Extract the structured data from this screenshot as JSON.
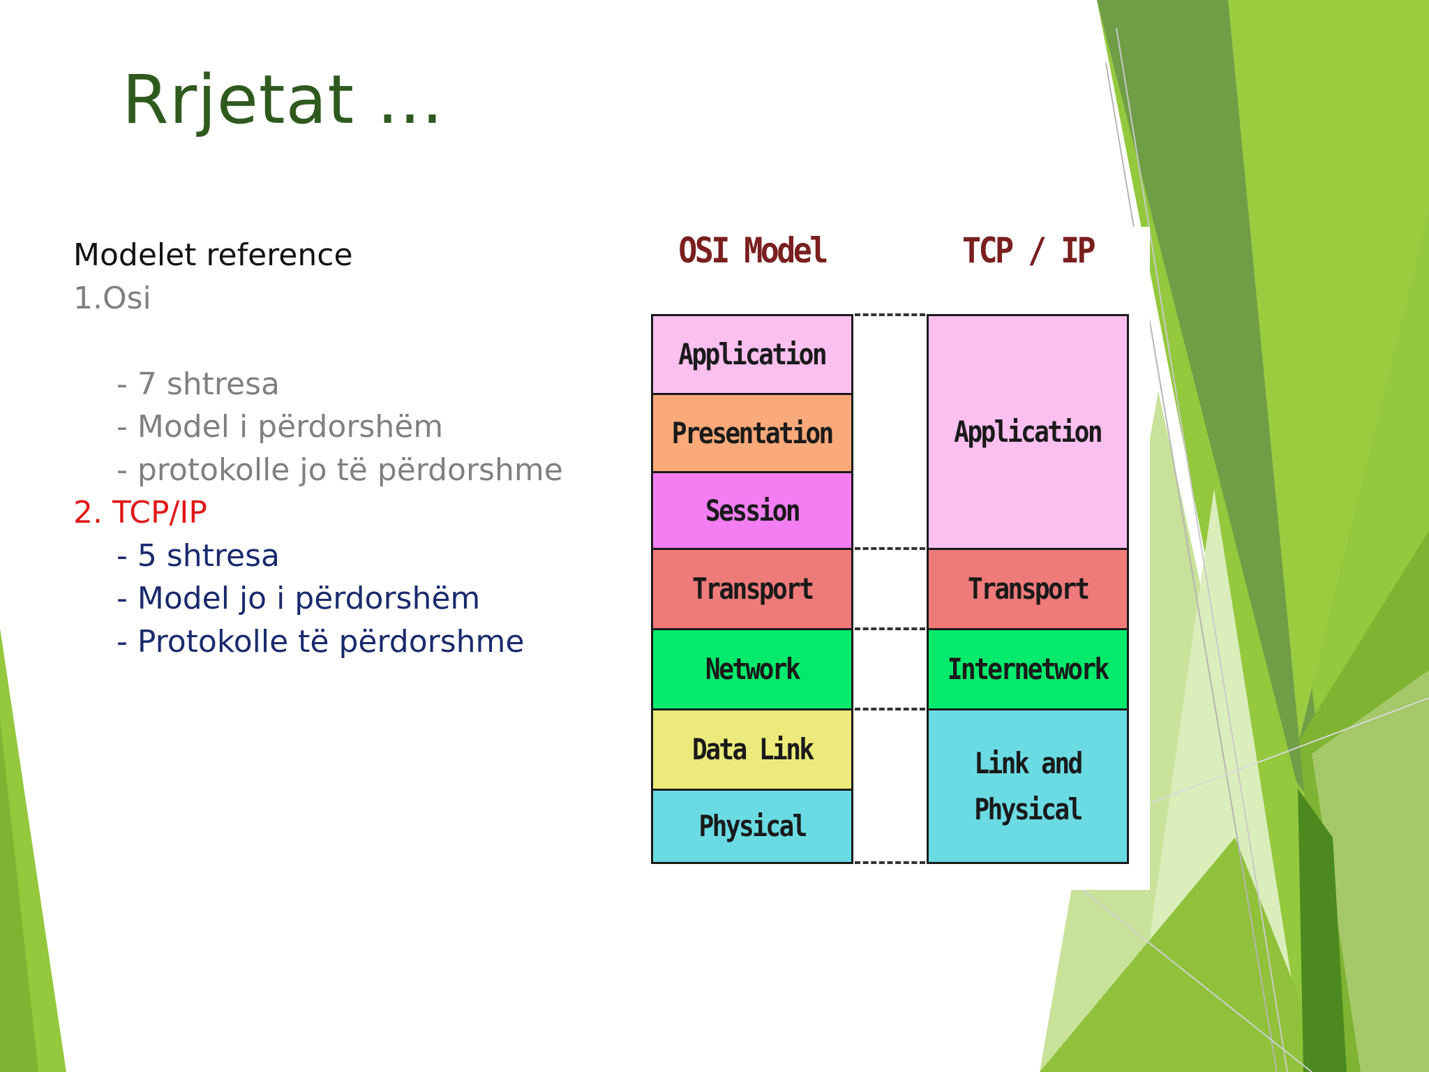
{
  "title": "Rrjetat …",
  "bullets": [
    {
      "text": "Modelet reference",
      "indent": false,
      "color": "#111111"
    },
    {
      "text": "1.Osi",
      "indent": false,
      "color": "#808080"
    },
    {
      "text": "",
      "indent": false,
      "color": "#808080"
    },
    {
      "text": "- 7 shtresa",
      "indent": true,
      "color": "#808080"
    },
    {
      "text": "- Model i përdorshëm",
      "indent": true,
      "color": "#808080"
    },
    {
      "text": "- protokolle jo të përdorshme",
      "indent": true,
      "color": "#808080"
    },
    {
      "text": "2. TCP/IP",
      "indent": false,
      "color": "#e01818"
    },
    {
      "text": "- 5 shtresa",
      "indent": true,
      "color": "#1a2a6c"
    },
    {
      "text": "- Model jo i përdorshëm",
      "indent": true,
      "color": "#1a2a6c"
    },
    {
      "text": "- Protokolle të përdorshme",
      "indent": true,
      "color": "#1a2a6c"
    }
  ],
  "diagram": {
    "osi_title": "OSI Model",
    "tcp_title": "TCP / IP",
    "osi_layers": [
      {
        "label": "Application",
        "color": "#fbbff0"
      },
      {
        "label": "Presentation",
        "color": "#f9a97a"
      },
      {
        "label": "Session",
        "color": "#f27ef2"
      },
      {
        "label": "Transport",
        "color": "#ef7a7a"
      },
      {
        "label": "Network",
        "color": "#04ea6c"
      },
      {
        "label": "Data Link",
        "color": "#ebea7a"
      },
      {
        "label": "Physical",
        "color": "#6bdbe3"
      }
    ],
    "tcp_layers": [
      {
        "label": "Application",
        "color": "#fbbff0"
      },
      {
        "label": "Transport",
        "color": "#ef7a7a"
      },
      {
        "label": "Internetwork",
        "color": "#04ea6c"
      },
      {
        "label": "Link and Physical",
        "color": "#6bdbe3"
      }
    ]
  },
  "theme": {
    "title_color": "#2f5a1e",
    "accent_greens": [
      "#94c83d",
      "#6f9e47",
      "#4c8a20",
      "#c8e29a"
    ]
  }
}
